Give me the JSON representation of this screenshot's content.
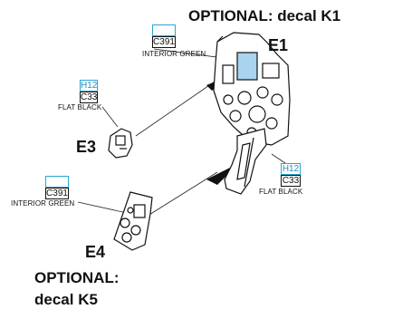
{
  "callouts": {
    "optional_k1": "OPTIONAL: decal K1",
    "optional_k5_line1": "OPTIONAL:",
    "optional_k5_line2": "decal K5"
  },
  "parts": {
    "e1": "E1",
    "e3": "E3",
    "e4": "E4"
  },
  "paint_top": {
    "code": "C391",
    "name": "INTERIOR GREEN"
  },
  "paint_e3": {
    "h_code": "H12",
    "c_code": "C33",
    "name": "FLAT BLACK"
  },
  "paint_stand": {
    "h_code": "H12",
    "c_code": "C33",
    "name": "FLAT BLACK"
  },
  "paint_e4": {
    "code": "C391",
    "name": "INTERIOR GREEN"
  },
  "colors": {
    "accent_cyan": "#2aa7d6",
    "ink": "#111111",
    "panel_fill": "#ffffff",
    "panel_blue": "#a9d3ee"
  }
}
